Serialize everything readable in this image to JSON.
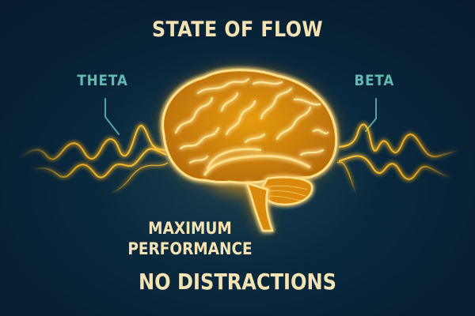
{
  "title": "STATE OF FLOW",
  "labels": {
    "left_wave": "THETA",
    "right_wave": "BETA"
  },
  "subtitle": {
    "line1": "MAXIMUM",
    "line2": "PERFORMANCE"
  },
  "footer": "NO DISTRACTIONS",
  "icons": {
    "center": "glowing-brain-icon",
    "left": "theta-wave-icon",
    "right": "beta-wave-icon"
  },
  "colors": {
    "background": "#06182a",
    "glow": "#ffb21a",
    "text": "#f6e3b4",
    "label": "#63b8b0"
  }
}
